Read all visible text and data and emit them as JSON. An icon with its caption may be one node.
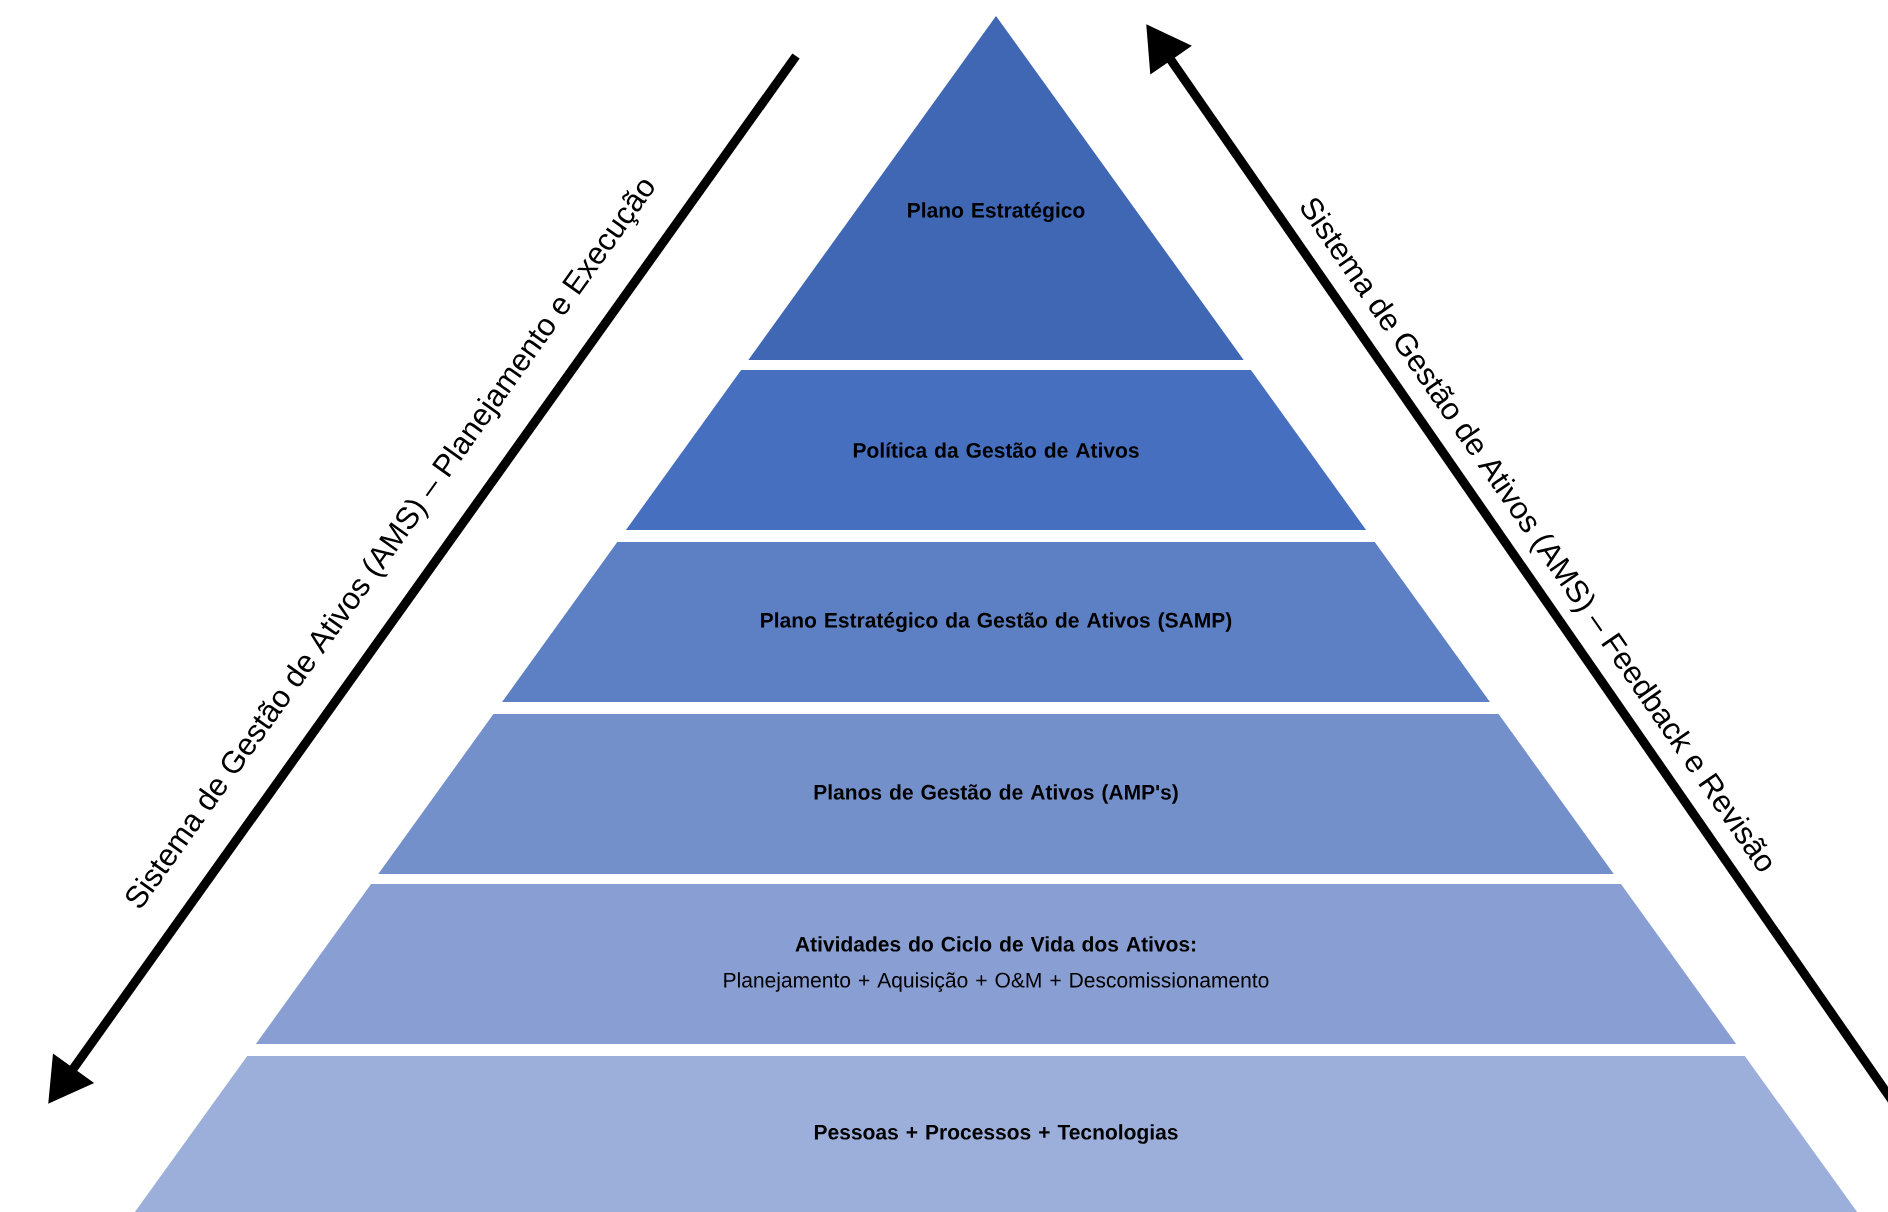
{
  "diagram": {
    "nodes": [
      {
        "text": [
          "Plano Estratégico"
        ]
      },
      {
        "text": [
          "Política da Gestão de Ativos"
        ]
      },
      {
        "text": [
          "Plano Estratégico da Gestão de Ativos (SAMP)"
        ]
      },
      {
        "text": [
          "Planos de Gestão de Ativos (AMP's)"
        ]
      },
      {
        "text": [
          "Atividades do Ciclo de Vida dos Ativos:",
          "Planejamento + Aquisição + O&M + Descomissionamento"
        ]
      },
      {
        "text": [
          "Pessoas + Processos + Tecnologias"
        ]
      }
    ],
    "labels": [
      "Sistema de Gestão de Ativos (AMS) – Planejamento e Execução",
      "Sistema de Gestão de Ativos (AMS) – Feedback e Revisão"
    ]
  }
}
